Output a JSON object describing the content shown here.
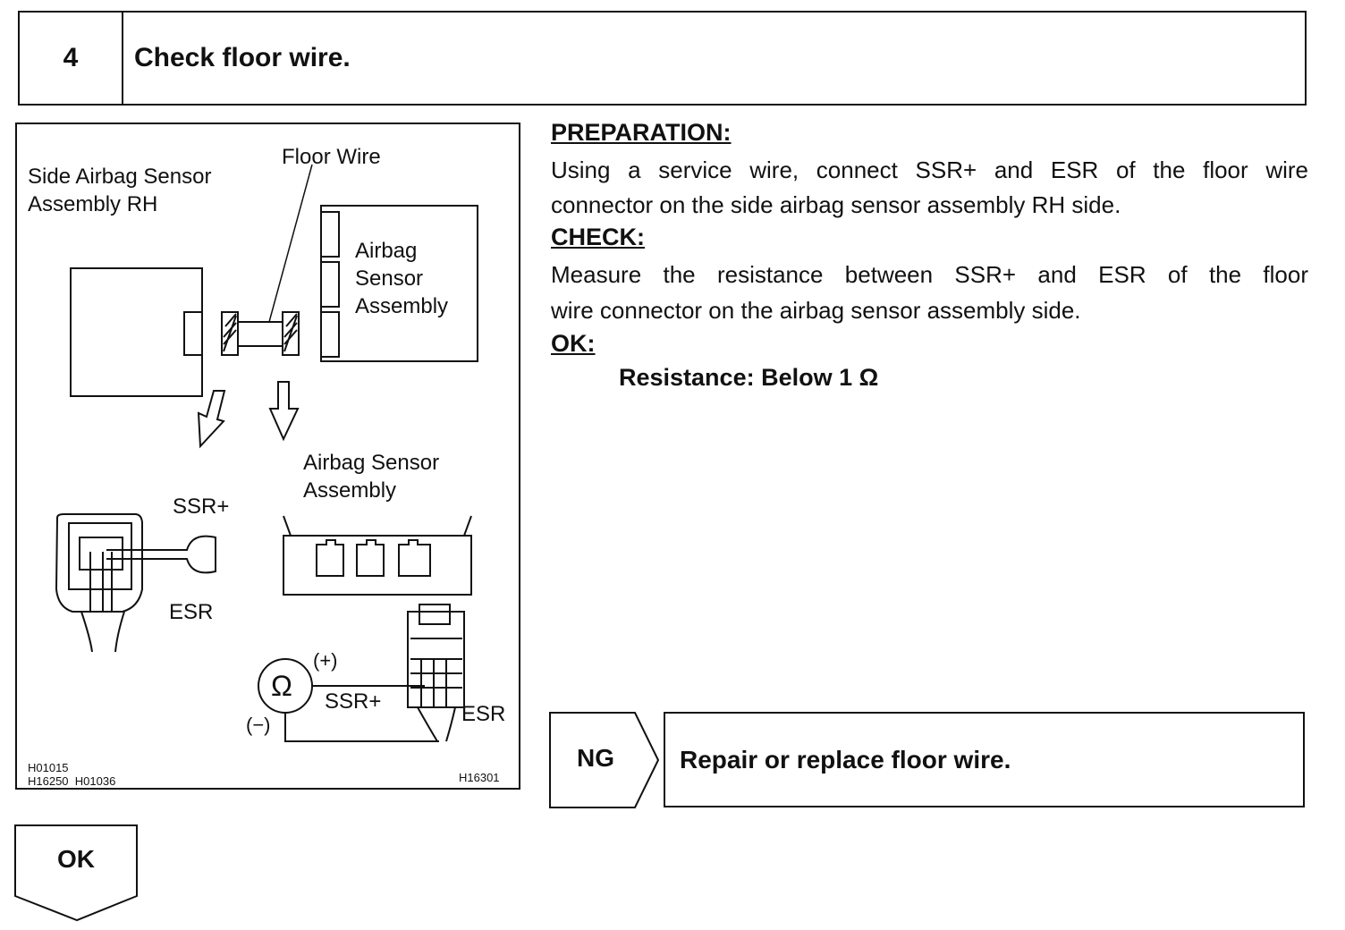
{
  "step": {
    "number": "4",
    "title": "Check floor wire."
  },
  "figure": {
    "label_side_sensor": "Side Airbag Sensor\nAssembly RH",
    "label_floor_wire": "Floor Wire",
    "label_airbag_box": "Airbag\nSensor\nAssembly",
    "label_airbag_sensor_assy": "Airbag Sensor\nAssembly",
    "label_ssr_plus_left": "SSR+",
    "label_esr_left": "ESR",
    "label_plus": "(+)",
    "label_minus": "(−)",
    "label_ssr_plus_right": "SSR+",
    "label_esr_right": "ESR",
    "ohm_symbol": "Ω",
    "codes_left": "H01015\nH16250  H01036",
    "code_right": "H16301"
  },
  "preparation": {
    "heading": "PREPARATION:",
    "line1": "Using a service wire, connect SSR+ and ESR of the floor wire",
    "line2": "connector on the side airbag sensor assembly RH side."
  },
  "check": {
    "heading": "CHECK:",
    "line1": "Measure the resistance between SSR+ and ESR of the floor",
    "line2": "wire connector on the airbag sensor assembly side."
  },
  "ok_spec": {
    "heading": "OK:",
    "value": "Resistance: Below 1 Ω"
  },
  "result_ng": {
    "label": "NG",
    "action": "Repair or replace floor wire."
  },
  "result_ok": {
    "label": "OK"
  },
  "icons": [
    "ohmmeter-icon",
    "down-arrow-icon",
    "connector-icon"
  ]
}
